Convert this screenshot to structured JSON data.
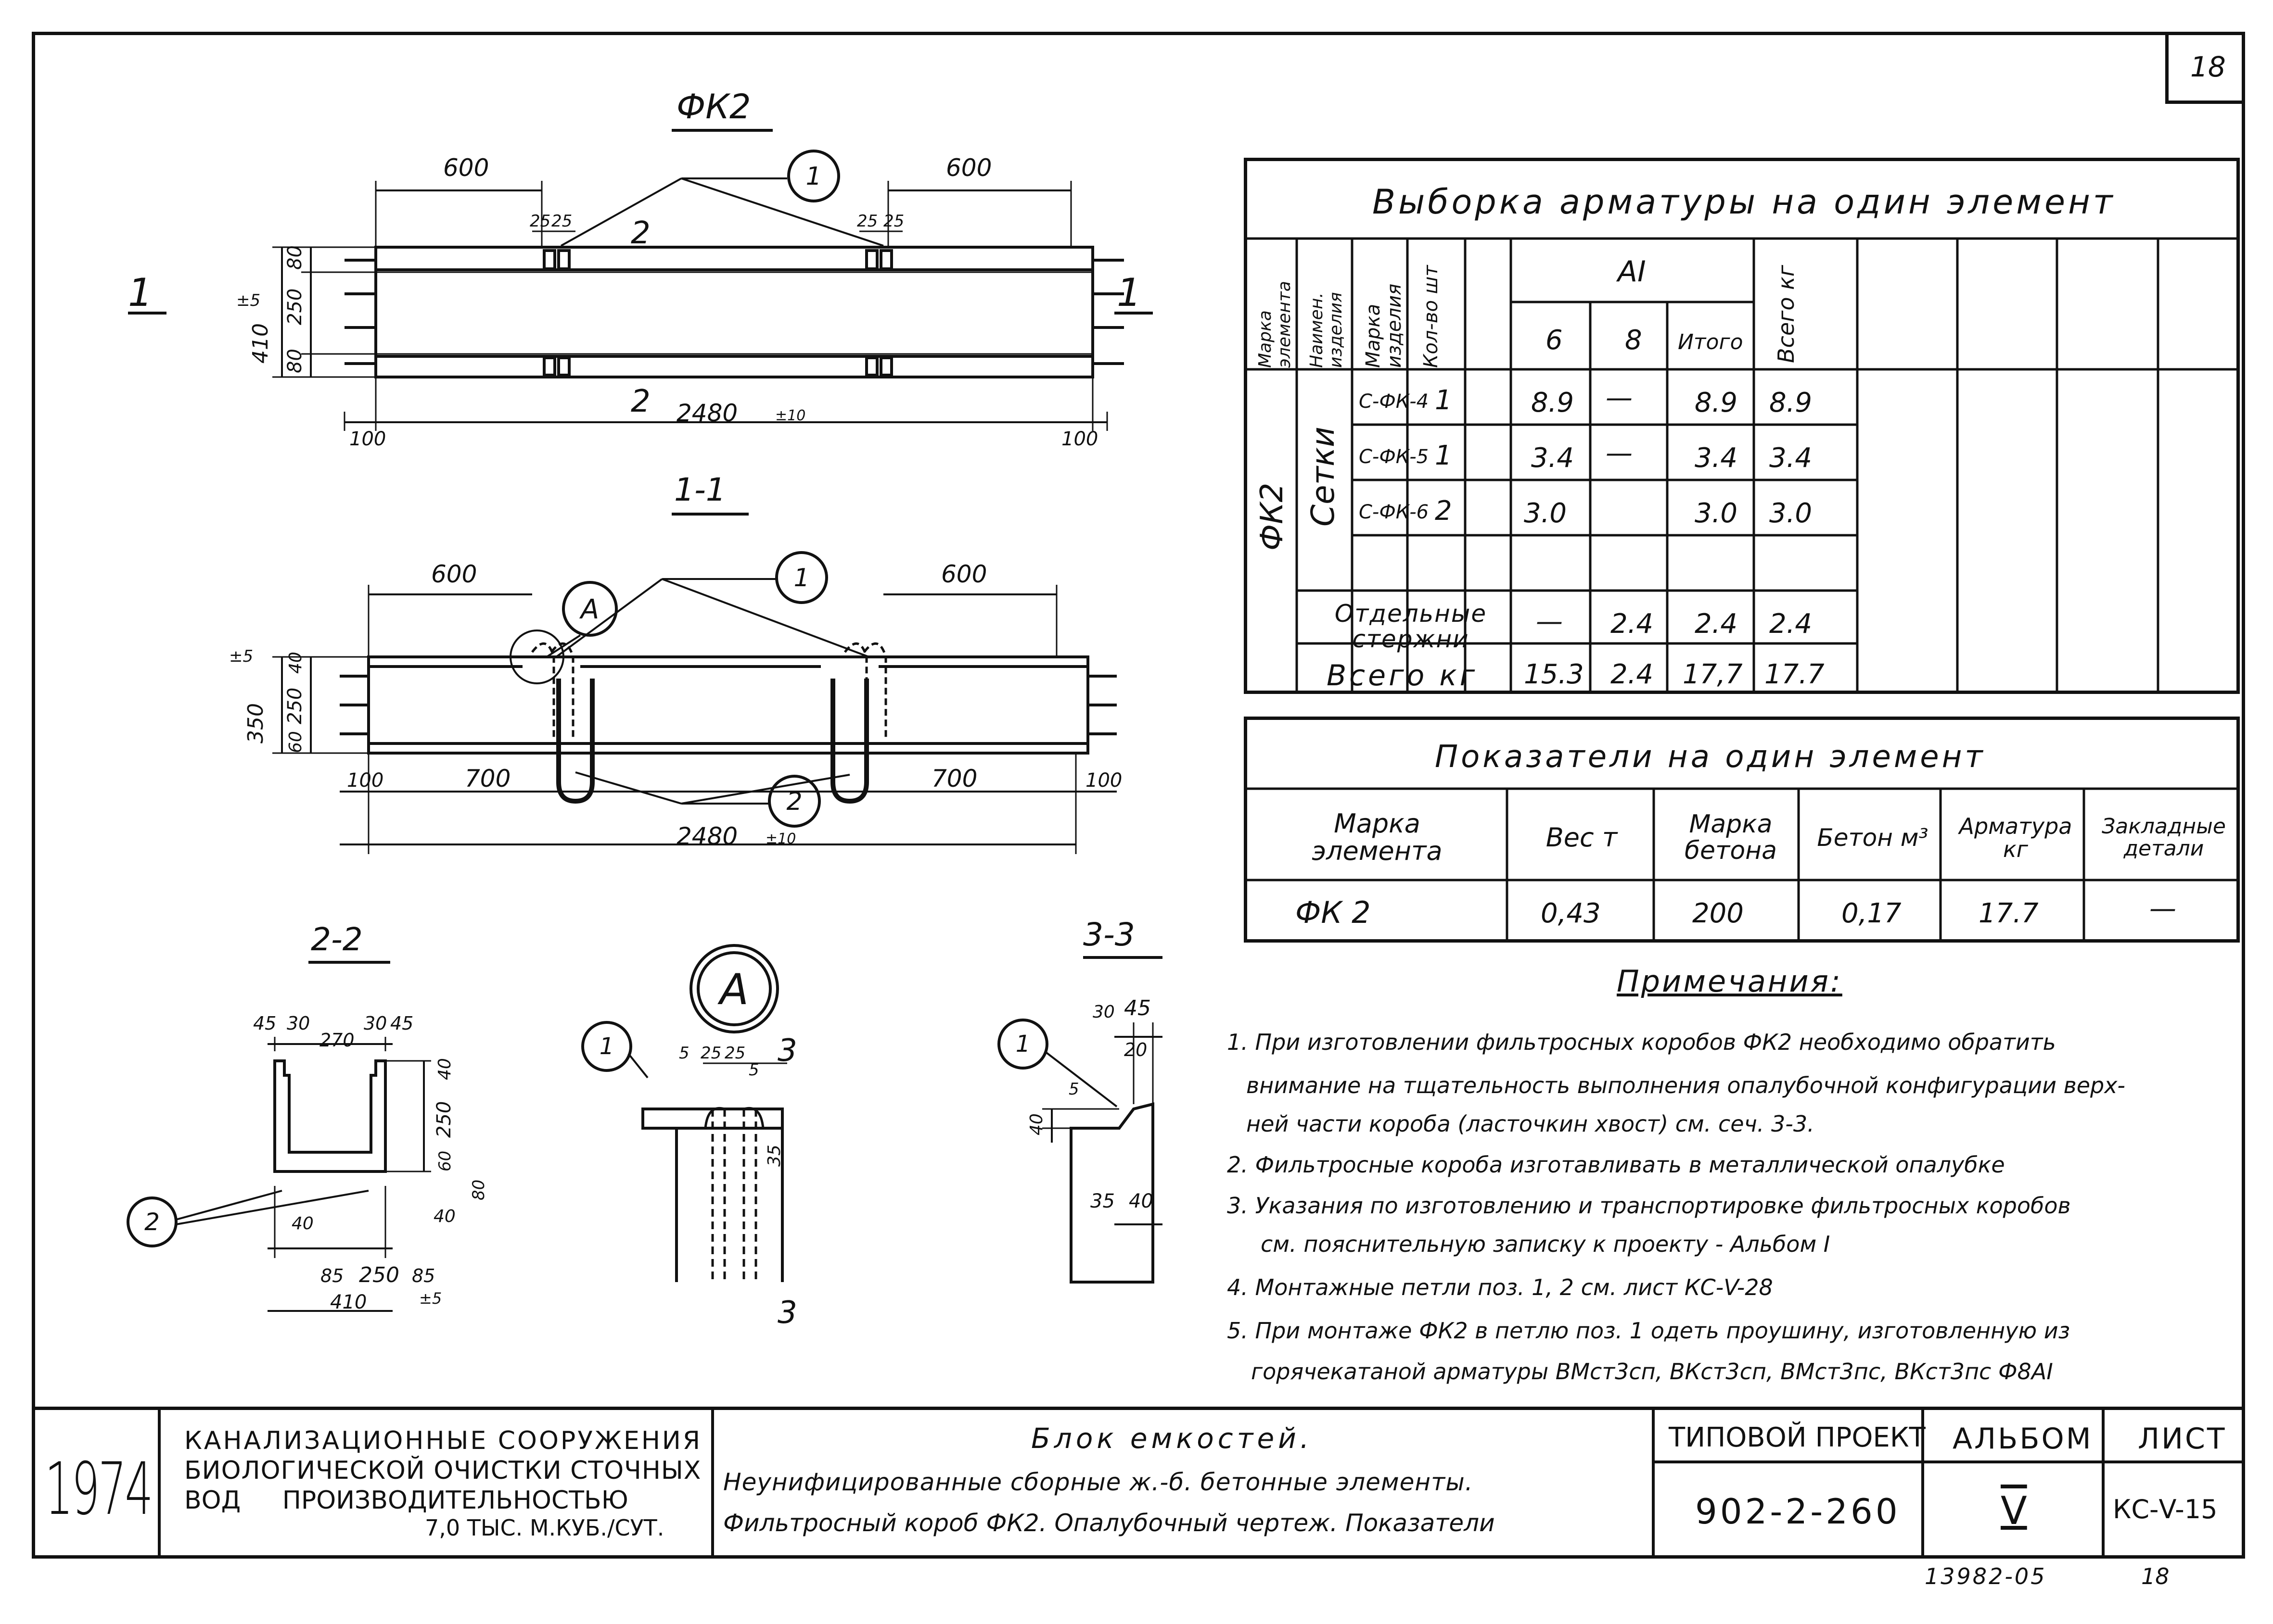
{
  "sheet_number": "18",
  "drawings": {
    "fk2_plan": {
      "title": "ФК2",
      "section_mark": "1",
      "dim_600_left": "600",
      "dim_600_right": "600",
      "dim_25": "25",
      "dim_25b": "25",
      "dim_25c": "25",
      "dim_25d": "25",
      "dim_410": "410",
      "dim_80_top": "80",
      "dim_250": "250",
      "dim_80_bot": "80",
      "dim_2480": "2480",
      "tol_5": "±5",
      "tol_10": "±10",
      "dim_100_left": "100",
      "dim_100_right": "100",
      "callout_1": "1",
      "section_2": "2"
    },
    "section_1_1": {
      "title": "1-1",
      "dim_600_left": "600",
      "dim_600_right": "600",
      "dim_350": "350",
      "dim_40": "40",
      "dim_250": "250",
      "dim_60": "60",
      "dim_100_left": "100",
      "dim_700_left": "700",
      "dim_700_right": "700",
      "dim_100_right": "100",
      "dim_2480": "2480",
      "tol_5": "±5",
      "tol_10": "±10",
      "callout_a": "А",
      "callout_1": "1",
      "callout_2": "2"
    },
    "section_2_2": {
      "title": "2-2",
      "dim_45a": "45",
      "dim_30a": "30",
      "dim_270": "270",
      "dim_30b": "30",
      "dim_45b": "45",
      "dim_40": "40",
      "dim_250": "250",
      "dim_60": "60",
      "dim_80": "80",
      "dim_40b": "40",
      "dim_40c": "40",
      "dim_85a": "85",
      "dim_250b": "250",
      "dim_85b": "85",
      "dim_410": "410",
      "tol_5": "±5",
      "callout_2": "2"
    },
    "detail_a": {
      "title": "А",
      "dim_5": "5",
      "dim_25a": "25",
      "dim_25b": "25",
      "dim_5b": "5",
      "dim_35": "35",
      "section_3": "3",
      "section_3b": "3",
      "callout_1": "1"
    },
    "section_3_3": {
      "title": "3-3",
      "dim_30": "30",
      "dim_45": "45",
      "dim_20": "20",
      "dim_5": "5",
      "dim_40": "40",
      "dim_35": "35",
      "dim_40b": "40",
      "callout_1": "1"
    }
  },
  "rebar_table": {
    "title": "Выборка арматуры на один элемент",
    "headers": {
      "mark_element": "Марка элемента",
      "name_item": "Наимен. изделия",
      "mark_item": "Марка изделия",
      "qty": "Кол-во шт",
      "steel_class": "АI",
      "d6": "6",
      "d8": "8",
      "subtotal": "Итого",
      "total_kg": "Всего кг"
    },
    "element": "ФК2",
    "group": "Сетки",
    "rows": [
      {
        "mark": "С-ФК-4",
        "qty": "1",
        "d6": "8.9",
        "d8": "—",
        "subtotal": "8.9",
        "total": "8.9"
      },
      {
        "mark": "С-ФК-5",
        "qty": "1",
        "d6": "3.4",
        "d8": "—",
        "subtotal": "3.4",
        "total": "3.4"
      },
      {
        "mark": "С-ФК-6",
        "qty": "2",
        "d6": "3.0",
        "d8": "",
        "subtotal": "3.0",
        "total": "3.0"
      }
    ],
    "separate_bars": {
      "label": "Отдельные стержни",
      "d6": "—",
      "d8": "2.4",
      "subtotal": "2.4",
      "total": "2.4"
    },
    "grand_total": {
      "label": "Всего кг",
      "d6": "15.3",
      "d8": "2.4",
      "subtotal": "17,7",
      "total": "17.7"
    }
  },
  "indicators_table": {
    "title": "Показатели на один элемент",
    "headers": [
      "Марка элемента",
      "Вес т",
      "Марка бетона",
      "Бетон м³",
      "Арматура кг",
      "Закладные детали"
    ],
    "row": [
      "ФК 2",
      "0,43",
      "200",
      "0,17",
      "17.7",
      "—"
    ]
  },
  "notes": {
    "title": "Примечания:",
    "items": [
      "1. При изготовлении фильтросных коробов ФК2 необходимо обратить",
      "внимание на тщательность выполнения опалубочной конфигурации верх-",
      "ней части короба (ласточкин хвост) см. сеч. 3-3.",
      "2. Фильтросные короба изготавливать в металлической опалубке",
      "3. Указания по изготовлению и транспортировке фильтросных коробов",
      "см. пояснительную записку к проекту - Альбом I",
      "4. Монтажные петли поз. 1, 2 см. лист КС-V-28",
      "5. При монтаже ФК2 в петлю поз. 1 одеть проушину, изготовленную из",
      "горячекатаной арматуры ВМст3сп, ВКст3сп, ВМст3пс, ВКст3пс Ф8АI"
    ]
  },
  "title_block": {
    "year": "1974",
    "org_line1": "КАНАЛИЗАЦИОННЫЕ СООРУЖЕНИЯ",
    "org_line2": "БИОЛОГИЧЕСКОЙ ОЧИСТКИ СТОЧНЫХ",
    "org_line3": "ВОД ПРОИЗВОДИТЕЛЬНОСТЬЮ",
    "org_line4": "7,0 ТЫС. М.КУБ./СУТ.",
    "desc_line1": "Блок емкостей.",
    "desc_line2": "Неунифицированные сборные ж.-б. бетонные элементы.",
    "desc_line3": "Фильтросный короб ФК2. Опалубочный чертеж. Показатели",
    "project_label": "ТИПОВОЙ ПРОЕКТ",
    "project_number": "902-2-260",
    "album_label": "АЛЬБОМ",
    "album_number": "V",
    "sheet_label": "ЛИСТ",
    "sheet_code": "КС-V-15"
  },
  "footer": {
    "inventory": "13982-05",
    "page": "18"
  }
}
